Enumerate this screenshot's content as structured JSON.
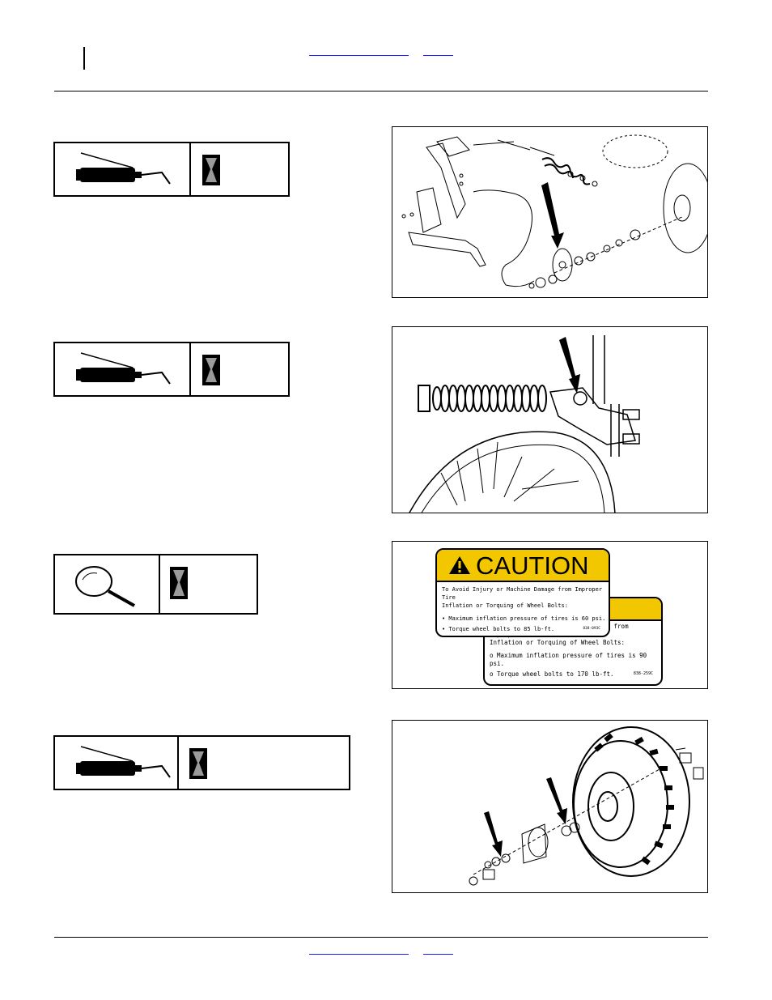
{
  "header": {
    "link_1": "",
    "link_2": ""
  },
  "footer": {
    "link_1": "",
    "link_2": ""
  },
  "decal": {
    "front": {
      "heading": "CAUTION",
      "line1": "To Avoid Injury or Machine Damage from Improper Tire",
      "line2": "Inflation or Torquing of Wheel Bolts:",
      "bullet1": "• Maximum inflation pressure of tires is 60 psi.",
      "bullet2": "• Torque wheel bolts to 85 lb-ft.",
      "code": "838-093C"
    },
    "back": {
      "line1": "To Avoid Injury or Machine Damage from Improper Tire",
      "line2": "Inflation or Torquing of Wheel Bolts:",
      "bullet1": "o Maximum inflation pressure of tires is 90 psi.",
      "bullet2": "o Torque wheel bolts to 170 lb-ft.",
      "code": "838-259C"
    }
  },
  "colors": {
    "caution_yellow": "#f2c700",
    "link_blue": "#1a1aff",
    "hourglass_gray": "#9a9a9a"
  },
  "icons": [
    "grease-gun-icon",
    "hourglass-icon",
    "magnifier-icon",
    "warning-triangle-icon"
  ]
}
